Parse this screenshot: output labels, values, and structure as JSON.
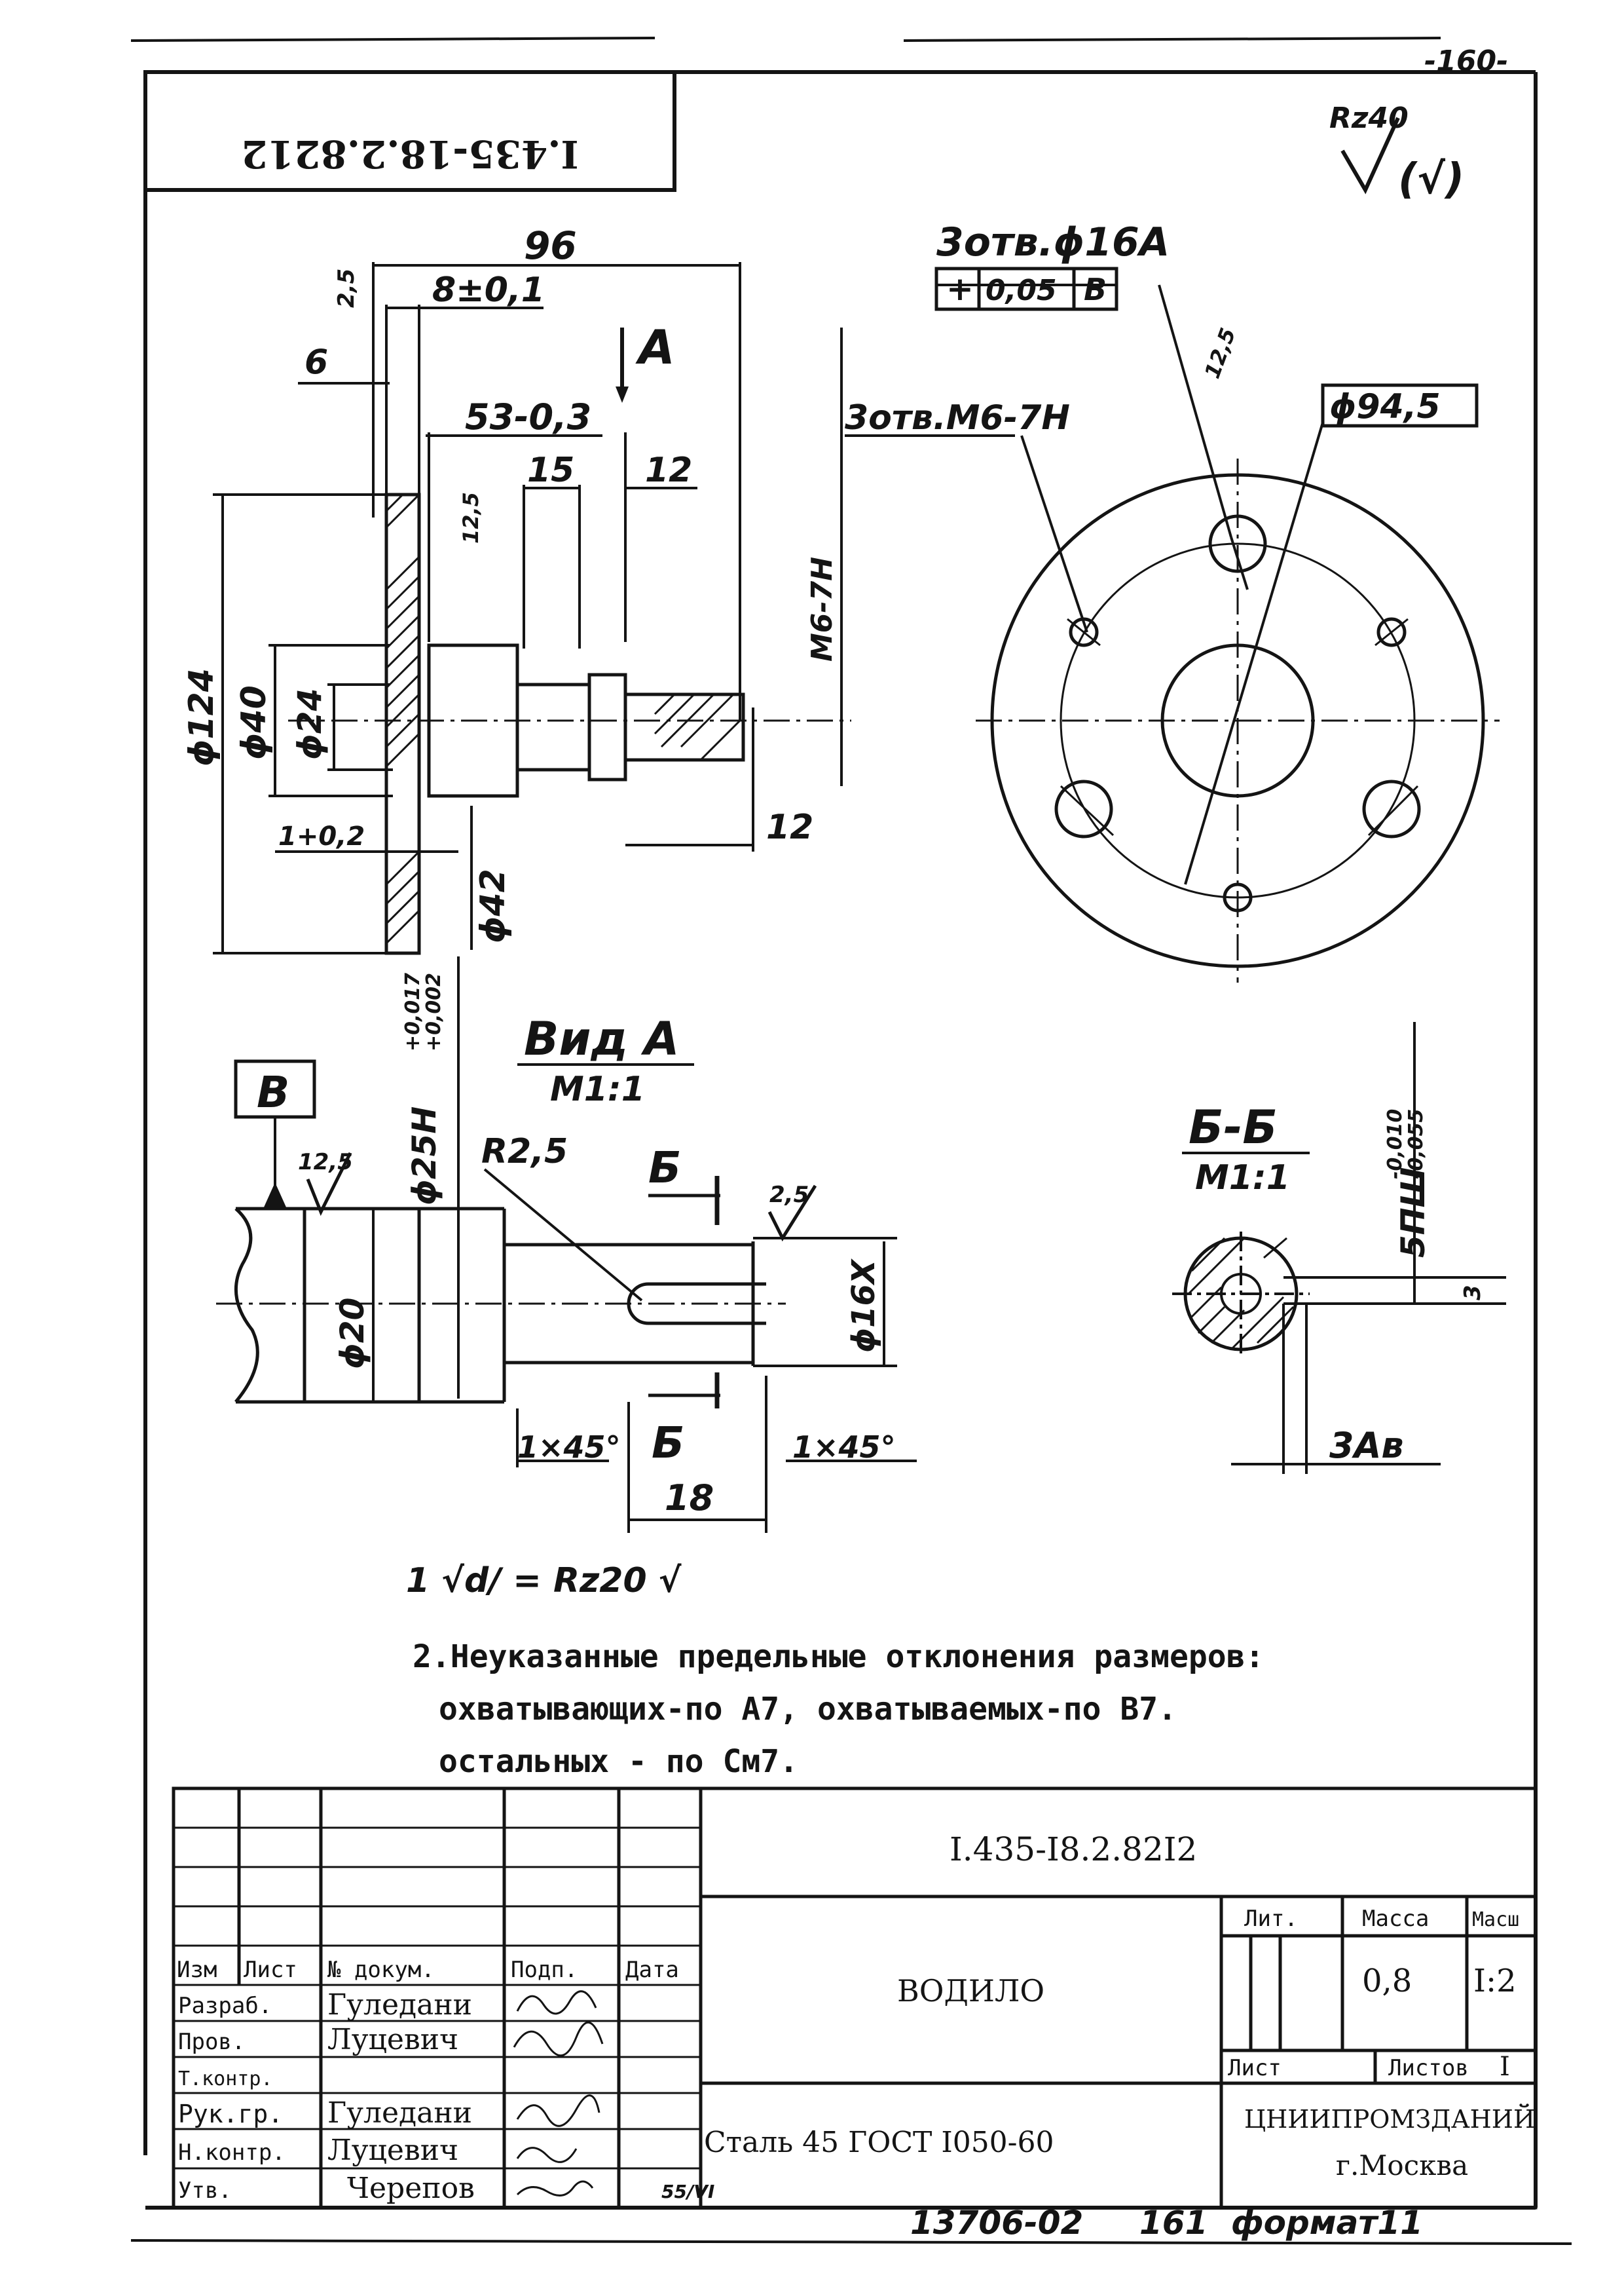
{
  "sheet": {
    "page_number": "-160-",
    "doc_code_rotated": "I.435-18.2.8212",
    "roughness_general": "Rz40",
    "roughness_general_paren": "(√)",
    "stamp_bottom": "13706-02",
    "stamp_number": "161",
    "format": "формат11"
  },
  "main_view": {
    "dim_overall": "96",
    "dim_flange": "8±0,1",
    "dim_face": "6",
    "dim_53": "53-0,3",
    "dim_15": "15",
    "dim_12_top": "12",
    "dim_12_bottom": "12",
    "dim_124": "ϕ124",
    "dim_40": "ϕ40",
    "dim_24": "ϕ24",
    "dim_1_02": "1+0,2",
    "dim_42": "ϕ42",
    "thread": "M6-7H",
    "rough_25": "2,5",
    "rough_125_a": "12,5",
    "section_mark": "A"
  },
  "view_a": {
    "holes_16": "3отв.ϕ16A",
    "tolerance_frame": [
      "+",
      "0,05",
      "B"
    ],
    "holes_m6": "3отв.M6-7H",
    "dim_945": "ϕ94,5",
    "rough_125": "12,5"
  },
  "detail": {
    "title": "Вид A",
    "scale": "M1:1",
    "datum": "B",
    "rough_125": "12,5",
    "rough_25": "2,5",
    "dim_25h": "ϕ25H",
    "dim_25h_tol_upper": "+0,017",
    "dim_25h_tol_lower": "+0,002",
    "radius": "R2,5",
    "section_label": "Б",
    "dim_20": "ϕ20",
    "dim_16x": "ϕ16X",
    "chamfer_left": "1×45°",
    "chamfer_right": "1×45°",
    "dim_18": "18"
  },
  "section": {
    "title": "Б-Б",
    "scale": "M1:1",
    "key_width": "5ПШ",
    "key_tol_upper": "-0,010",
    "key_tol_lower": "-0,055",
    "key_depth": "3",
    "dim_3": "3Aв"
  },
  "notes": {
    "rough_symbol": "1 √d/ = Rz20 √",
    "line1": "2.Неуказанные предельные отклонения размеров:",
    "line2": "охватывающих-по A7, охватываемых-по B7.",
    "line3": "остальных - по Cм7."
  },
  "title_block": {
    "doc_code": "I.435-I8.2.82I2",
    "part_name": "ВОДИЛО",
    "material": "Сталь 45   ГОСТ I050-60",
    "org": "ЦНИИПРОМЗДАНИЙ",
    "city": "г.Москва",
    "lit_label": "Лит.",
    "mass_label": "Масса",
    "scale_label": "Масш",
    "mass": "0,8",
    "scale": "I:2",
    "sheet_label": "Лист",
    "sheets_label": "Листов",
    "sheets": "I",
    "header_cols": [
      "Изм",
      "Лист",
      "№ докум.",
      "Подп.",
      "Дата"
    ],
    "roles": [
      {
        "role": "Разраб.",
        "name": "Гуледани"
      },
      {
        "role": "Пров.",
        "name": "Луцевич"
      },
      {
        "role": "Т.контр.",
        "name": ""
      },
      {
        "role": "Рук.гр.",
        "name": "Гуледани"
      },
      {
        "role": "Н.контр.",
        "name": "Луцевич"
      },
      {
        "role": "Утв.",
        "name": "Черепов"
      }
    ],
    "date_last": "55/VI"
  }
}
